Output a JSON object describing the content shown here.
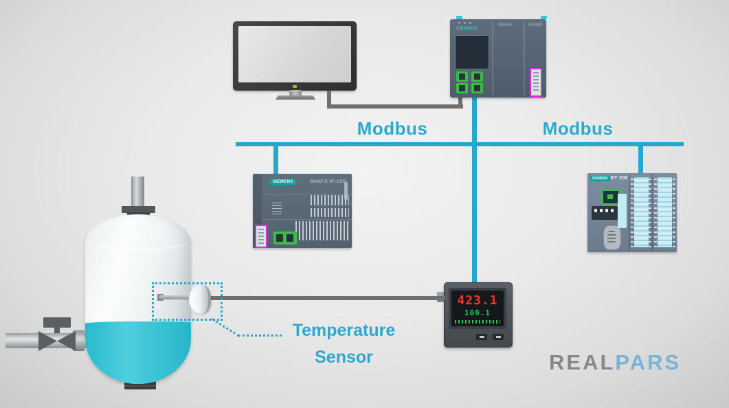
{
  "colors": {
    "bus_teal": "#26A7CC",
    "label_teal": "#2BA9CE",
    "liquid_cyan": "#38C4D8",
    "port_green": "#3DBB4A",
    "connector_magenta": "#DD2BDD",
    "display_red": "#EF3B25",
    "display_green": "#2EC84E",
    "cable_gray": "#6F6F6F",
    "logo_real_gray": "#85888B",
    "logo_pars_blue": "#7CB1D6"
  },
  "labels": {
    "modbus_left": "Modbus",
    "modbus_right": "Modbus",
    "temperature_sensor_line1": "Temperature",
    "temperature_sensor_line2": "Sensor"
  },
  "devices": {
    "plc_main": {
      "brand": "SIEMENS"
    },
    "plc_secondary": {
      "brand": "SIEMENS",
      "model": "SIMATIC S7-1200"
    },
    "remote_io": {
      "brand": "SIEMENS",
      "model": "ET 200"
    },
    "temp_controller": {
      "reading_primary": "423.1",
      "reading_secondary": "100.1"
    }
  },
  "branding": {
    "real": "REAL",
    "pars": "PARS"
  }
}
